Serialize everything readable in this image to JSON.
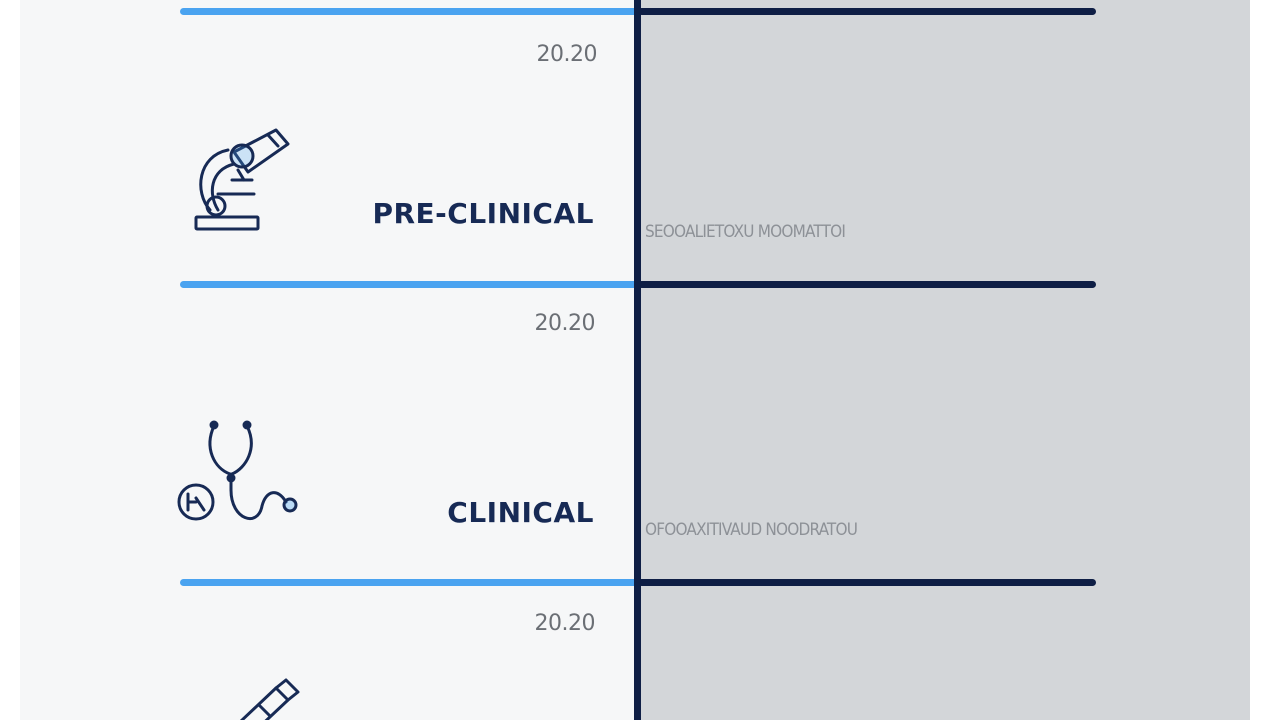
{
  "timeline": {
    "stages": [
      {
        "year": "20.20",
        "label": "PRE-CLINICAL",
        "description": "SEOOALIETOXU MOOMATTOI",
        "icon": "microscope-icon"
      },
      {
        "year": "20.20",
        "label": "CLINICAL",
        "description": "OFOOAXITIVAUD NOODRATOU",
        "icon": "stethoscope-icon"
      },
      {
        "year": "20.20",
        "label": "",
        "description": "",
        "icon": "vial-icon"
      }
    ]
  },
  "colors": {
    "accent_blue": "#4aa3f0",
    "navy": "#0e1e45",
    "label_navy": "#172a55",
    "left_panel": "#f6f7f8",
    "right_panel": "#d3d6d9",
    "muted_text": "#8d9197"
  }
}
